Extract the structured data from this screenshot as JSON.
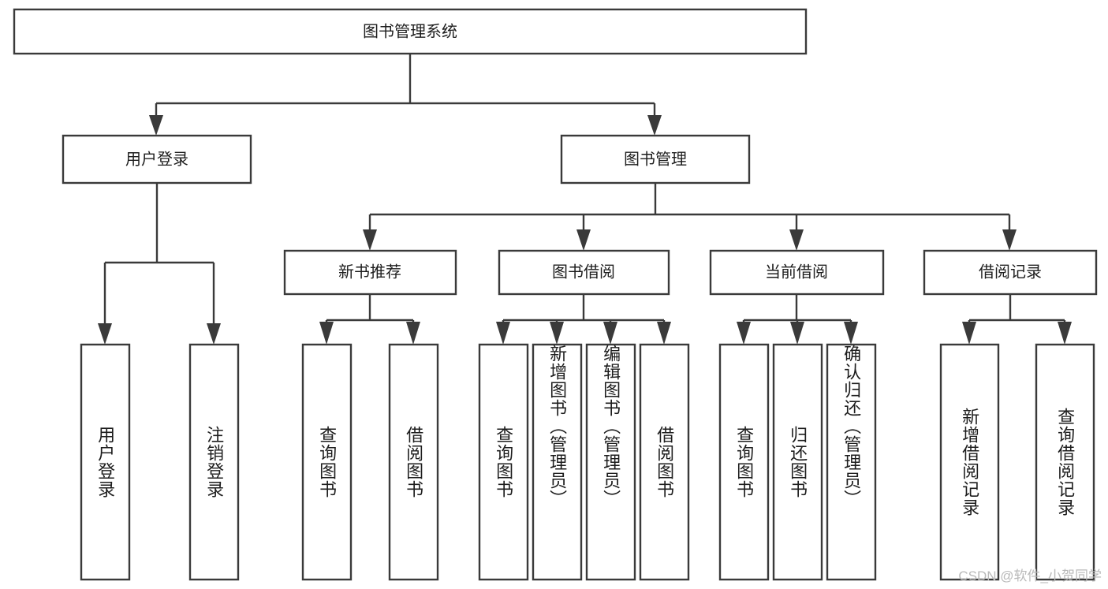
{
  "diagram": {
    "type": "tree",
    "title": "图书管理系统",
    "root": {
      "label": "图书管理系统"
    },
    "level2": [
      {
        "label": "用户登录"
      },
      {
        "label": "图书管理"
      }
    ],
    "level3": [
      {
        "label": "新书推荐"
      },
      {
        "label": "图书借阅"
      },
      {
        "label": "当前借阅"
      },
      {
        "label": "借阅记录"
      }
    ],
    "leaves": {
      "user_login": [
        {
          "label": "用户登录"
        },
        {
          "label": "注销登录"
        }
      ],
      "new_book_recommend": [
        {
          "label": "查询图书"
        },
        {
          "label": "借阅图书"
        }
      ],
      "book_borrow": [
        {
          "label": "查询图书"
        },
        {
          "label": "新增图书（管理员）"
        },
        {
          "label": "编辑图书（管理员）"
        },
        {
          "label": "借阅图书"
        }
      ],
      "current_borrow": [
        {
          "label": "查询图书"
        },
        {
          "label": "归还图书"
        },
        {
          "label": "确认归还（管理员）"
        }
      ],
      "borrow_record": [
        {
          "label": "新增借阅记录"
        },
        {
          "label": "查询借阅记录"
        }
      ]
    }
  },
  "colors": {
    "stroke": "#3a3a3a",
    "fill": "#ffffff",
    "text": "#1d1d1d",
    "watermark": "#b9b9b9"
  },
  "watermark": {
    "text": "CSDN @软件_小贺同学"
  }
}
